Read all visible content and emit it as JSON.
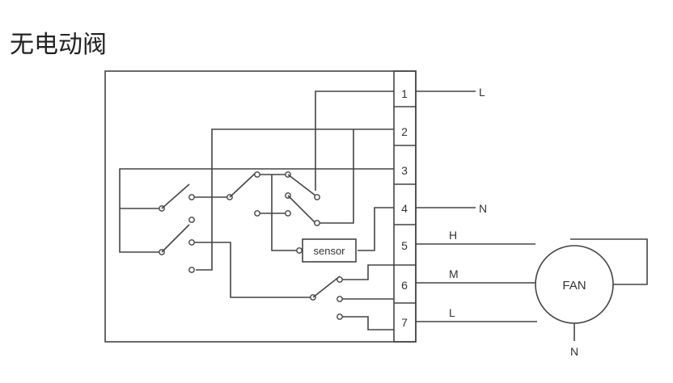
{
  "title": "无电动阀",
  "terminals": [
    "1",
    "2",
    "3",
    "4",
    "5",
    "6",
    "7"
  ],
  "lines": {
    "L_in": "L",
    "N_in": "N",
    "speed_h": "H",
    "speed_m": "M",
    "speed_l": "L",
    "fan_n": "N"
  },
  "sensor_label": "sensor",
  "fan_label": "FAN"
}
